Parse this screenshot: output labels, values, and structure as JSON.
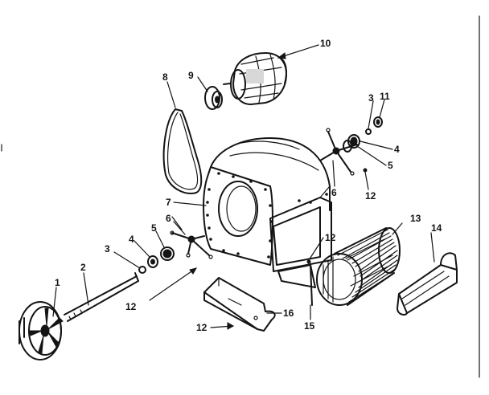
{
  "callouts": [
    {
      "id": "c1",
      "text": "1"
    },
    {
      "id": "c2",
      "text": "2"
    },
    {
      "id": "c3a",
      "text": "3"
    },
    {
      "id": "c3b",
      "text": "3"
    },
    {
      "id": "c4a",
      "text": "4"
    },
    {
      "id": "c4b",
      "text": "4"
    },
    {
      "id": "c5a",
      "text": "5"
    },
    {
      "id": "c5b",
      "text": "5"
    },
    {
      "id": "c6a",
      "text": "6"
    },
    {
      "id": "c6b",
      "text": "6"
    },
    {
      "id": "c7",
      "text": "7"
    },
    {
      "id": "c8",
      "text": "8"
    },
    {
      "id": "c9",
      "text": "9"
    },
    {
      "id": "c10",
      "text": "10"
    },
    {
      "id": "c11",
      "text": "11"
    },
    {
      "id": "c12a",
      "text": "12"
    },
    {
      "id": "c12b",
      "text": "12"
    },
    {
      "id": "c12c",
      "text": "12"
    },
    {
      "id": "c12d",
      "text": "12"
    },
    {
      "id": "c13",
      "text": "13"
    },
    {
      "id": "c14",
      "text": "14"
    },
    {
      "id": "c15",
      "text": "15"
    },
    {
      "id": "c16",
      "text": "16"
    }
  ]
}
